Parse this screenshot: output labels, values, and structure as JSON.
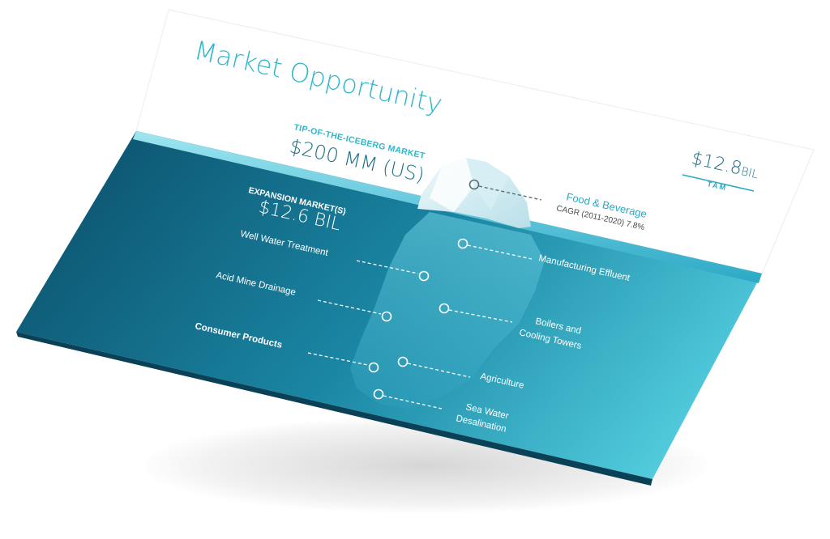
{
  "slide": {
    "title": "Market Opportunity",
    "tip": {
      "label": "TIP-OF-THE-ICEBERG MARKET",
      "value": "$200 MM (US)"
    },
    "tam": {
      "value": "$12.8",
      "unit": "BIL",
      "label": "TAM"
    },
    "expansion": {
      "label": "EXPANSION MARKET(S)",
      "value": "$12.6 BIL"
    },
    "food_beverage": {
      "label": "Food & Beverage",
      "cagr": "CAGR (2011-2020) 7.8%"
    },
    "left_markets": [
      {
        "label": "Well Water Treatment"
      },
      {
        "label": "Acid Mine Drainage"
      },
      {
        "label": "Consumer Products"
      }
    ],
    "right_markets": [
      {
        "label": "Manufacturing Effluent"
      },
      {
        "label": "Boilers and",
        "label2": "Cooling Towers"
      },
      {
        "label": "Agriculture"
      },
      {
        "label": "Sea Water",
        "label2": "Desalination"
      }
    ],
    "colors": {
      "title": "#2bb7cc",
      "accent_teal": "#27a9c2",
      "ocean_dark": "#0e5874",
      "ocean_light": "#57cfe0",
      "label_white": "#ffffff"
    }
  }
}
